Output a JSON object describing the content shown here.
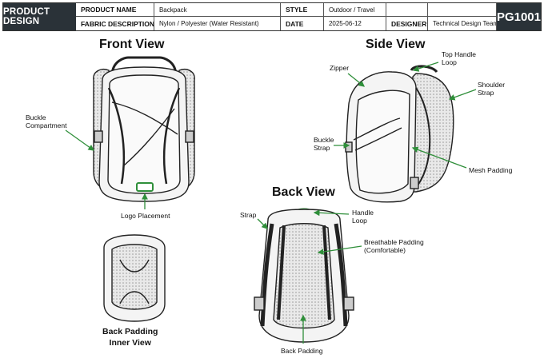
{
  "header": {
    "brand": "PRODUCT DESIGN",
    "code": "PG1001",
    "product_name_label": "PRODUCT NAME",
    "product_name_value": "Backpack",
    "fabric_label": "FABRIC DESCRIPTION",
    "fabric_value": "Nylon / Polyester (Water Resistant)",
    "style_label": "STYLE",
    "style_value": "Outdoor / Travel",
    "date_label": "DATE",
    "date_value": "2025-06-12",
    "designer_label": "DESIGNER",
    "designer_value": "Technical Design Team"
  },
  "views": {
    "front_title": "Front View",
    "side_title": "Side View",
    "back_title": "Back View",
    "padding_title_1": "Back Padding",
    "padding_title_2": "Inner View"
  },
  "callouts": {
    "buckle_compartment_1": "Buckle",
    "buckle_compartment_2": "Compartment",
    "logo_placement": "Logo Placement",
    "zipper": "Zipper",
    "top_handle_1": "Top Handle",
    "top_handle_2": "Loop",
    "shoulder_strap_1": "Shoulder",
    "shoulder_strap_2": "Strap",
    "buckle_strap_1": "Buckle",
    "buckle_strap_2": "Strap",
    "mesh_padding": "Mesh Padding",
    "strap": "Strap",
    "handle_loop_1": "Handle",
    "handle_loop_2": "Loop",
    "breathable_1": "Breathable Padding",
    "breathable_2": "(Comfortable)",
    "back_padding": "Back Padding"
  },
  "colors": {
    "header_dark": "#2a3238",
    "callout_arrow": "#2f8f3a",
    "logo_patch": "#2f8f3a"
  }
}
